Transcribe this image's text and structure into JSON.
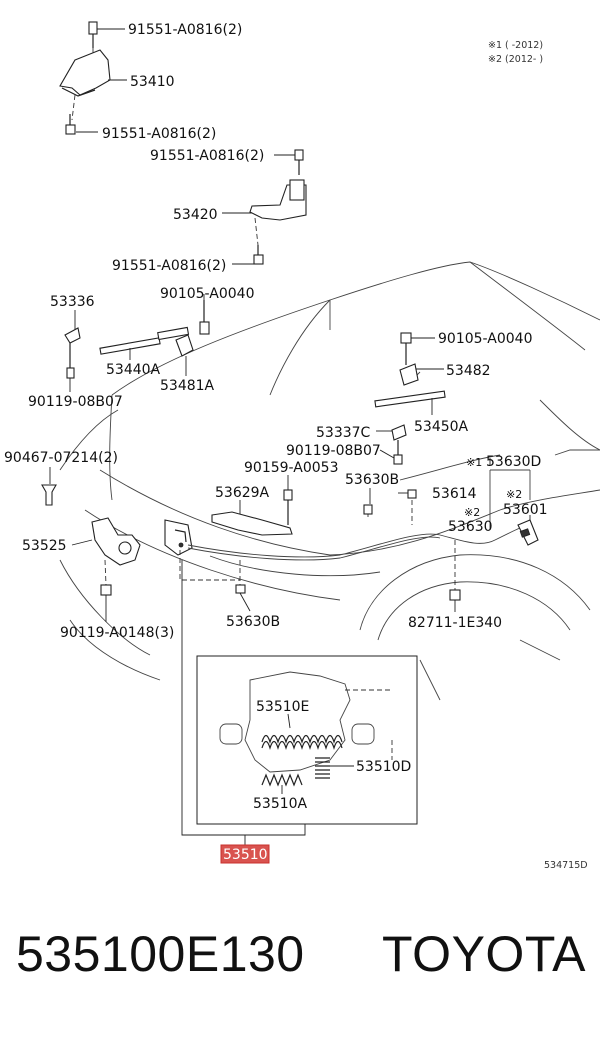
{
  "notes": {
    "note1": "※1 (      -2012)",
    "note2": "※2 (2012-      )"
  },
  "labels": {
    "bolt_top": "91551-A0816(2)",
    "hinge_lh": "53410",
    "bolt_hinge_lh_bottom": "91551-A0816(2)",
    "bolt_hinge_rh_top": "91551-A0816(2)",
    "hinge_rh": "53420",
    "bolt_hinge_rh_bottom": "91551-A0816(2)",
    "hood_stay_holder": "53336",
    "clip_left": "90105-A0040",
    "stay_left": "53440A",
    "stay_bracket": "53481A",
    "clip_bottom_left": "90119-08B07",
    "clip_right_top": "90105-A0040",
    "bracket_right": "53482",
    "stay_right": "53450A",
    "holder_right": "53337C",
    "clip_right_mid": "90119-08B07",
    "cushion": "53630D",
    "clip_fender": "90467-07214(2)",
    "screw_center": "90159-A0053",
    "cushion_b": "53630B",
    "latch_bracket": "53629A",
    "cable_clip": "53614",
    "note_ref_1": "※1",
    "note_ref_2a": "※2",
    "note_ref_2b": "※2",
    "lever": "53601",
    "cable": "53630",
    "support": "53525",
    "bolt_support": "90119-A0148(3)",
    "cushion_b_lower": "53630B",
    "clip_lower_right": "82711-1E340",
    "spring_e": "53510E",
    "spring_d": "53510D",
    "spring_a": "53510A",
    "highlighted_part": "53510",
    "diagram_code": "534715D"
  },
  "colors": {
    "highlight_fill": "#d9534f",
    "highlight_border": "#c9302c",
    "line": "#222222"
  },
  "footer": {
    "part_number": "535100E130",
    "brand": "TOYOTA"
  }
}
